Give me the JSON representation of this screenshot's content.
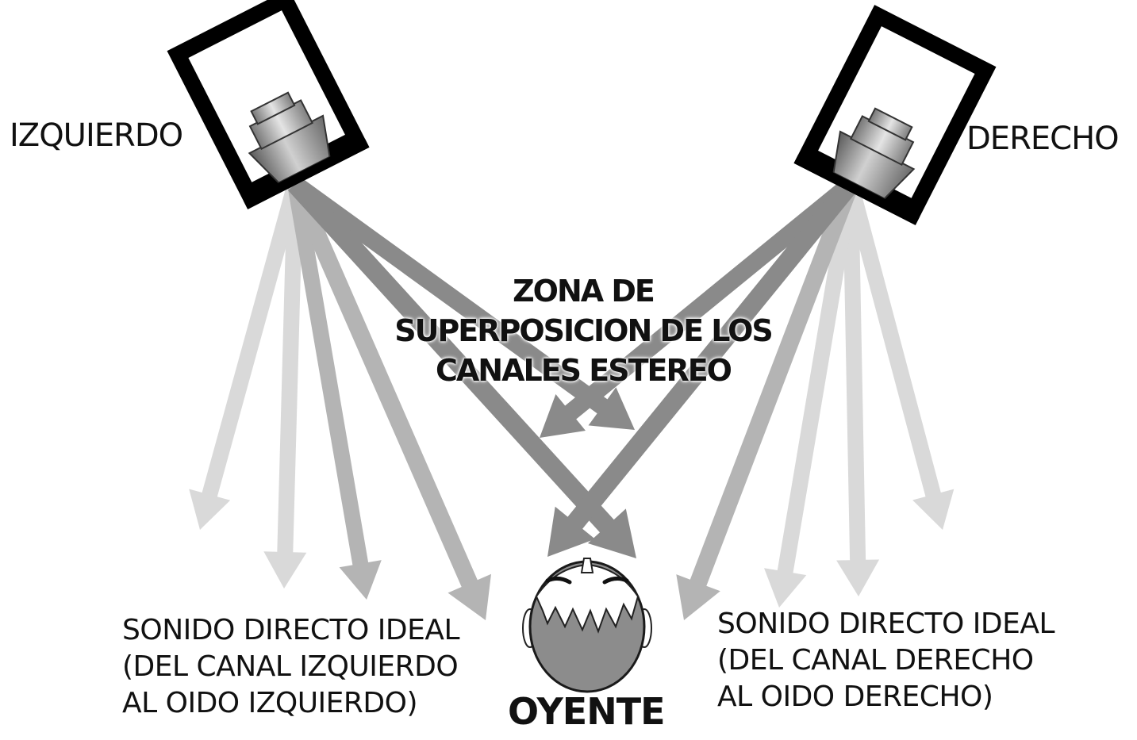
{
  "speakers": {
    "left_label": "IZQUIERDO",
    "right_label": "DERECHO"
  },
  "zone_label": {
    "line1": "ZONA DE",
    "line2": "SUPERPOSICION DE LOS",
    "line3": "CANALES ESTEREO"
  },
  "captions": {
    "left": {
      "line1": "SONIDO DIRECTO IDEAL",
      "line2": "(DEL CANAL IZQUIERDO",
      "line3": "AL OIDO IZQUIERDO)"
    },
    "right": {
      "line1": "SONIDO DIRECTO IDEAL",
      "line2": "(DEL CANAL DERECHO",
      "line3": "AL OIDO DERECHO)"
    }
  },
  "listener_label": "OYENTE",
  "colors": {
    "dark_arrow": "#8a8a8a",
    "mid_arrow": "#b4b4b4",
    "light_arrow": "#d9d9d9",
    "speaker_frame": "#000000",
    "head": "#8c8c8c"
  }
}
